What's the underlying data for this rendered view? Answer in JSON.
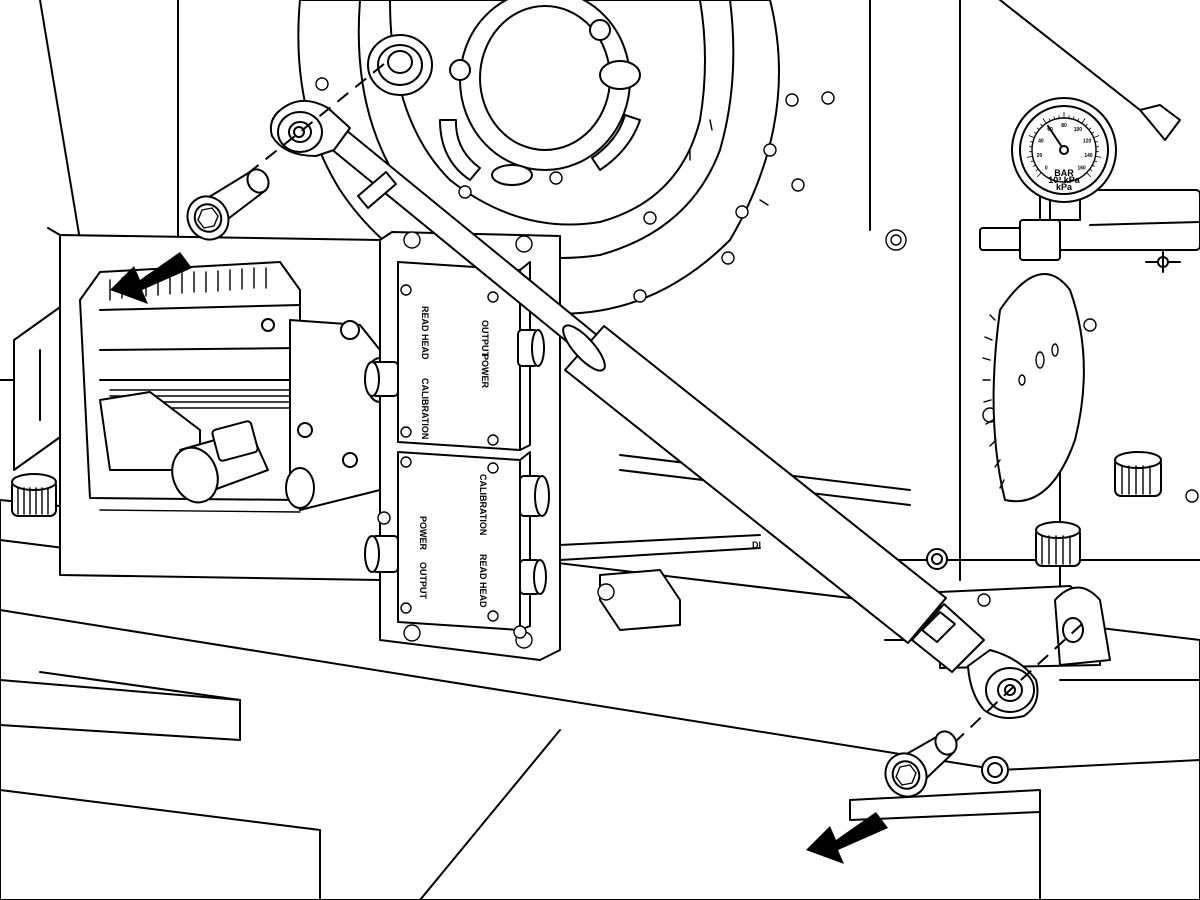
{
  "module_a": {
    "label_read_head": "READ HEAD",
    "label_calibration": "CALIBRATION",
    "label_power": "POWER",
    "label_output": "OUTPUT"
  },
  "module_b": {
    "label_calibration": "CALIBRATION",
    "label_read_head": "READ HEAD",
    "label_power": "POWER",
    "label_output": "OUTPUT"
  },
  "gauge": {
    "scale_ticks": [
      "0",
      "20",
      "40",
      "60",
      "80",
      "100",
      "120",
      "140",
      "160"
    ],
    "unit_line_1": "BAR",
    "unit_line_2": "10³ kPa",
    "unit_line_3": "kPa"
  },
  "partial_label": "DI",
  "colors": {
    "rod_fill": "#8c8c8c",
    "rod_dark": "#7a7a7a",
    "eye_fill": "#6f6f6f",
    "line": "#000000",
    "background": "#ffffff"
  },
  "icons": [
    "arrow-icon",
    "bolt-icon",
    "gauge-icon",
    "valve-handle-icon"
  ]
}
